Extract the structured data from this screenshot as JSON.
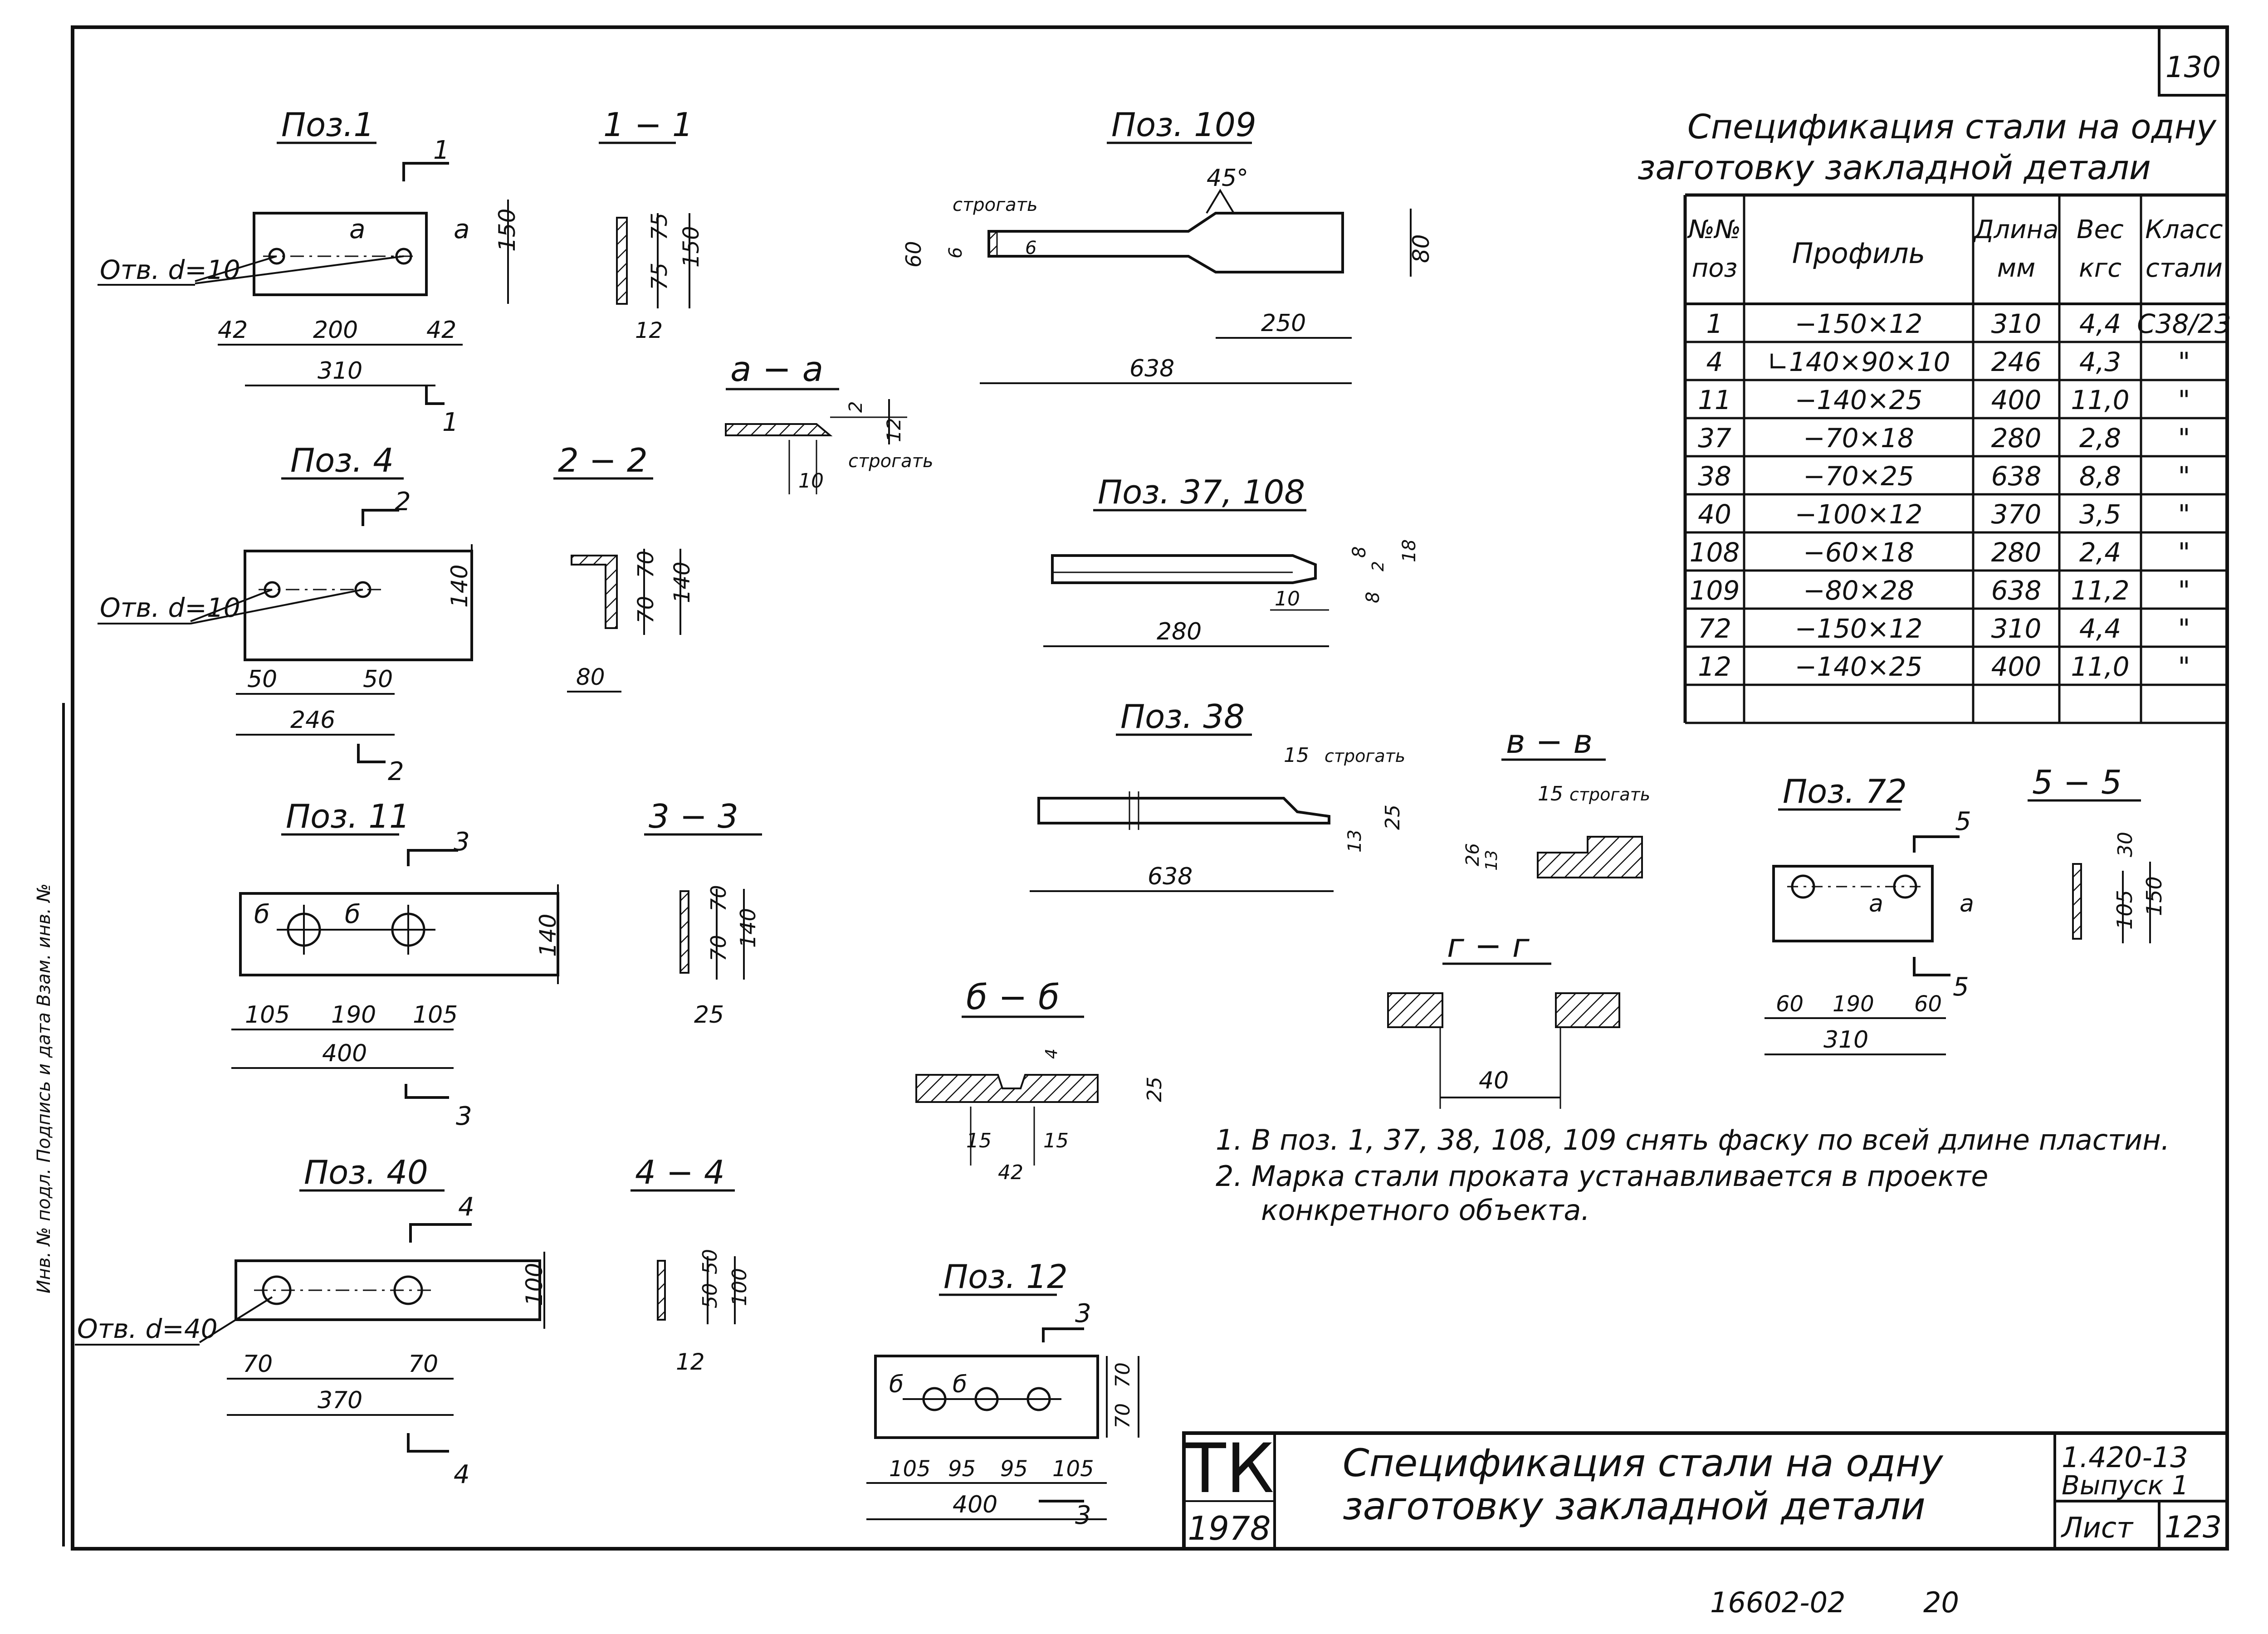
{
  "sheet": {
    "page_number": "130",
    "bottom_marks": [
      "16602-02",
      "20"
    ],
    "side_stamp": "Инв. № подл. Подпись и дата Взам. инв. №"
  },
  "spec": {
    "title_line1": "Спецификация стали на одну",
    "title_line2": "заготовку закладной детали",
    "headers": [
      "№№ поз",
      "Профиль",
      "Длина мм",
      "Вес кгс",
      "Класс стали"
    ],
    "header_lines": [
      [
        "№№",
        "поз"
      ],
      [
        "Профиль"
      ],
      [
        "Длина",
        "мм"
      ],
      [
        "Вес",
        "кгс"
      ],
      [
        "Класс",
        "стали"
      ]
    ],
    "rows": [
      [
        "1",
        "−150×12",
        "310",
        "4,4",
        "С38/23"
      ],
      [
        "4",
        "∟140×90×10",
        "246",
        "4,3",
        "\""
      ],
      [
        "11",
        "−140×25",
        "400",
        "11,0",
        "\""
      ],
      [
        "37",
        "−70×18",
        "280",
        "2,8",
        "\""
      ],
      [
        "38",
        "−70×25",
        "638",
        "8,8",
        "\""
      ],
      [
        "40",
        "−100×12",
        "370",
        "3,5",
        "\""
      ],
      [
        "108",
        "−60×18",
        "280",
        "2,4",
        "\""
      ],
      [
        "109",
        "−80×28",
        "638",
        "11,2",
        "\""
      ],
      [
        "72",
        "−150×12",
        "310",
        "4,4",
        "\""
      ],
      [
        "12",
        "−140×25",
        "400",
        "11,0",
        "\""
      ],
      [
        "",
        "",
        "",
        "",
        ""
      ]
    ]
  },
  "notes": [
    "1.  В поз. 1, 37, 38, 108, 109 снять фаску по всей длине пластин.",
    "2.  Марка стали проката устанавливается в проекте",
    "конкретного объекта."
  ],
  "title_block": {
    "org": "ТК",
    "year": "1978",
    "title_line1": "Спецификация стали на одну",
    "title_line2": "заготовку закладной детали",
    "doc_code": "1.420-13",
    "issue": "Выпуск 1",
    "sheet_label": "Лист",
    "sheet_number": "123"
  },
  "views": {
    "poz1": {
      "title": "Поз.1",
      "hole": "Отв. d=10",
      "mark": "а",
      "dims": [
        "42",
        "200",
        "42",
        "310",
        "150"
      ],
      "cut": "1"
    },
    "s11": {
      "title": "1 − 1",
      "dims": [
        "75",
        "75",
        "150",
        "12"
      ]
    },
    "poz4": {
      "title": "Поз. 4",
      "hole": "Отв. d=10",
      "dims": [
        "50",
        "50",
        "246",
        "140"
      ],
      "cut": "2"
    },
    "s22": {
      "title": "2 − 2",
      "dims": [
        "70",
        "70",
        "140",
        "80"
      ]
    },
    "poz11": {
      "title": "Поз. 11",
      "mark": "б",
      "dims": [
        "105",
        "190",
        "105",
        "400",
        "140"
      ],
      "cut": "3"
    },
    "s33": {
      "title": "3 − 3",
      "dims": [
        "70",
        "70",
        "140",
        "25"
      ]
    },
    "poz40": {
      "title": "Поз. 40",
      "hole": "Отв. d=40",
      "dims": [
        "70",
        "70",
        "370",
        "100"
      ],
      "cut": "4"
    },
    "s44": {
      "title": "4 − 4",
      "dims": [
        "50",
        "50",
        "100",
        "12"
      ]
    },
    "aa": {
      "title": "а − а",
      "label": "строгать",
      "dims": [
        "2",
        "12",
        "10"
      ]
    },
    "poz109": {
      "title": "Поз. 109",
      "label": "строгать",
      "angle": "45°",
      "dims": [
        "60",
        "6",
        "6",
        "80",
        "250",
        "638"
      ]
    },
    "poz37": {
      "title": "Поз. 37, 108",
      "dims": [
        "8",
        "2",
        "18",
        "8",
        "10",
        "280"
      ]
    },
    "poz38": {
      "title": "Поз. 38",
      "label": "строгать",
      "dims": [
        "15",
        "25",
        "13",
        "638"
      ]
    },
    "bb": {
      "title": "б − б",
      "dims": [
        "4",
        "25",
        "15",
        "15",
        "42"
      ]
    },
    "vv": {
      "title": "в − в",
      "label": "строгать",
      "dims": [
        "15",
        "26",
        "13"
      ]
    },
    "gg": {
      "title": "г − г",
      "dims": [
        "40"
      ]
    },
    "poz72": {
      "title": "Поз. 72",
      "mark": "а",
      "dims": [
        "60",
        "190",
        "60",
        "310"
      ],
      "cut": "5"
    },
    "s55": {
      "title": "5 − 5",
      "dims": [
        "30",
        "105",
        "150"
      ]
    },
    "poz12": {
      "title": "Поз. 12",
      "mark": "б",
      "dims": [
        "105",
        "95",
        "95",
        "105",
        "400",
        "70",
        "70"
      ],
      "cut": "3"
    }
  }
}
